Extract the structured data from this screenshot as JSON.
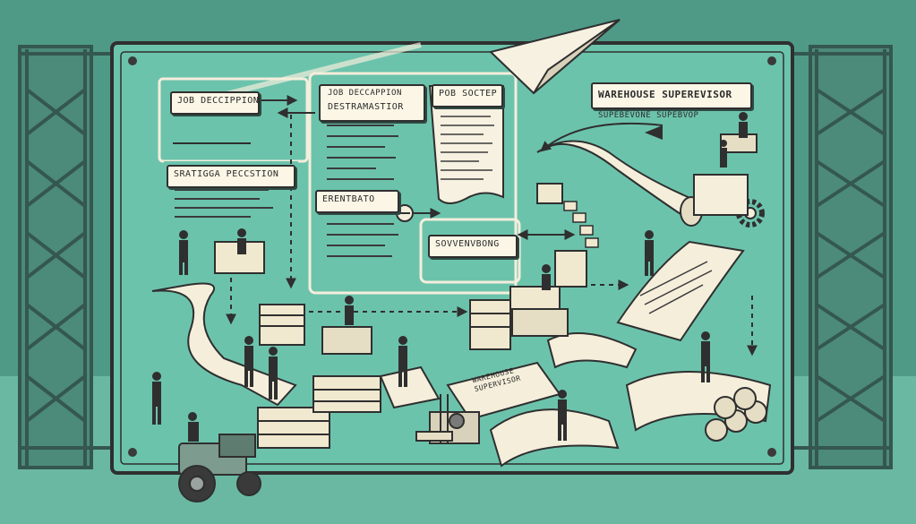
{
  "labels": {
    "job_description": "JOB DECCIPPION",
    "strategy_perception": "SRATIGGA PECCSTION",
    "job_description_destination_line1": "JOB DECCAPPION",
    "job_description_destination_line2": "DESTRAMASTIOR",
    "pob_soctep": "POB SOCTEP",
    "erentbato": "ERENTBATO",
    "sovvenvbong": "SOVVENVBONG",
    "warehouse_supervisor": "WAREHOUSE SUPEREVISOR",
    "supervisor_subtitle": "SUPEBEVONE SUPEBVOP",
    "floor_sheet_line1": "WAREHOUSE",
    "floor_sheet_line2": "SUPERVISOR"
  },
  "colors": {
    "background": "#4f9a86",
    "board": "#6cc3ac",
    "ink": "#2f2f2f",
    "paper": "#f4eedb",
    "scaffold": "#3e6f63"
  }
}
